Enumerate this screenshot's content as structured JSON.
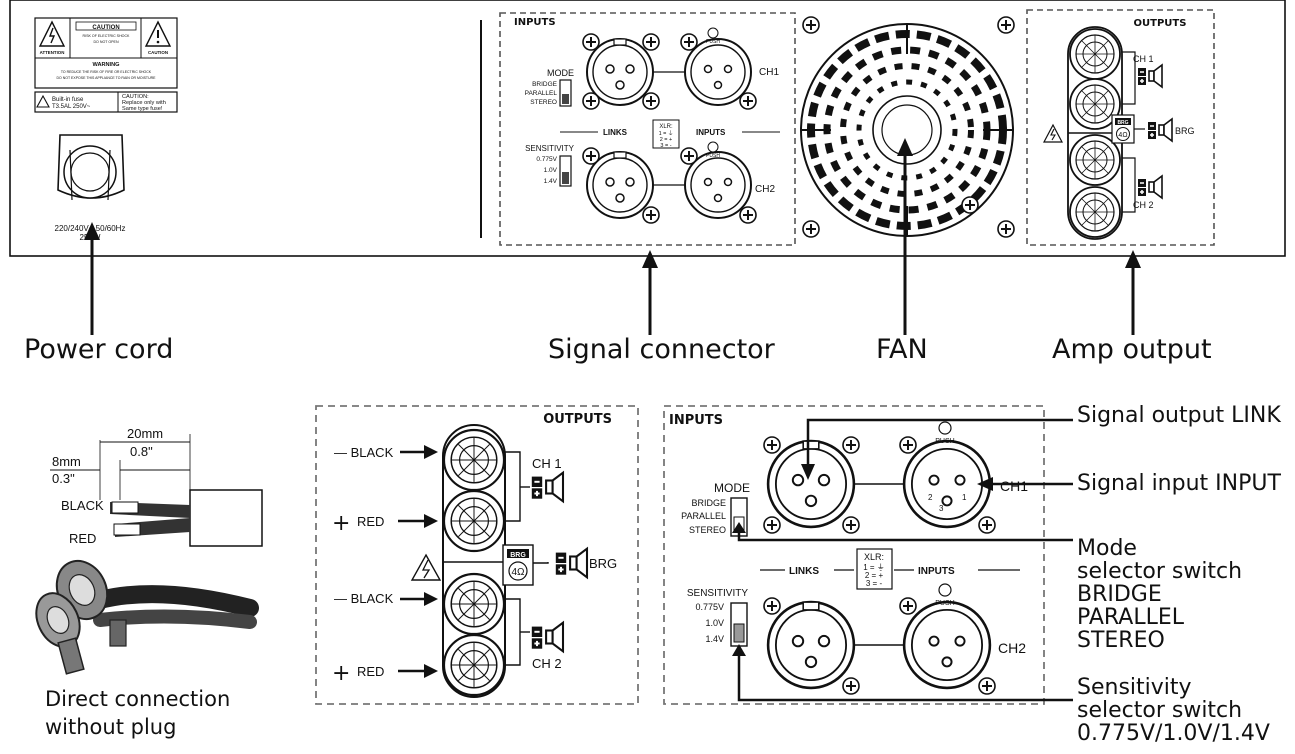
{
  "rear_panel": {
    "warning_box": {
      "caution_title": "CAUTION",
      "caution_line1": "RISK OF ELECTRIC SHOCK",
      "caution_line2": "DO NOT OPEN",
      "attention": "ATTENTION",
      "caution": "CAUTION",
      "warning_title": "WARNING",
      "warning_line1": "TO REDUCE THE RISK OF FIRE OR ELECTRIC SHOCK",
      "warning_line2": "DO NOT EXPOSE THIS APPLIANCE TO RAIN OR MOISTURE"
    },
    "fuse_box": {
      "left_line1": "Built-in fuse",
      "left_line2": "T3.5AL 250V~",
      "right_line1": "CAUTION:",
      "right_line2": "Replace only with",
      "right_line3": "Same type fuse!"
    },
    "power_text_line1": "220/240V~ 50/60Hz",
    "power_text_line2": "250W",
    "inputs": {
      "title": "INPUTS",
      "mode": "MODE",
      "bridge": "BRIDGE",
      "parallel": "PARALLEL",
      "stereo": "STEREO",
      "sensitivity": "SENSITIVITY",
      "s1": "0.775V",
      "s2": "1.0V",
      "s3": "1.4V",
      "links": "LINKS",
      "inputs_label": "INPUTS",
      "ch1": "CH1",
      "ch2": "CH2",
      "push": "PUSH",
      "xlr_title": "XLR:",
      "xlr1": "1 = ⏚",
      "xlr2": "2 = +",
      "xlr3": "3 = -"
    },
    "outputs": {
      "title": "OUTPUTS",
      "ch1": "CH 1",
      "ch2": "CH 2",
      "brg": "BRG",
      "brg_badge": "BRG",
      "ohm": "4Ω"
    }
  },
  "labels": {
    "power_cord": "Power cord",
    "signal_connector": "Signal connector",
    "fan": "FAN",
    "amp_output": "Amp output"
  },
  "wire_detail": {
    "dim_20mm": "20mm",
    "dim_08": "0.8\"",
    "dim_8mm": "8mm",
    "dim_03": "0.3\"",
    "black": "BLACK",
    "red": "RED",
    "caption_line1": "Direct connection",
    "caption_line2": "without plug"
  },
  "outputs_detail": {
    "title": "OUTPUTS",
    "black1": "— BLACK",
    "red1": "RED",
    "black2": "— BLACK",
    "red2": "RED",
    "plus": "+",
    "ch1": "CH 1",
    "ch2": "CH 2",
    "brg": "BRG",
    "brg_badge": "BRG",
    "ohm": "4Ω"
  },
  "inputs_detail": {
    "title": "INPUTS",
    "mode": "MODE",
    "bridge": "BRIDGE",
    "parallel": "PARALLEL",
    "stereo": "STEREO",
    "sensitivity": "SENSITIVITY",
    "s1": "0.775V",
    "s2": "1.0V",
    "s3": "1.4V",
    "links": "LINKS",
    "inputs_label": "INPUTS",
    "ch1": "CH1",
    "ch2": "CH2",
    "push": "PUSH",
    "xlr_title": "XLR:",
    "xlr1": "1 = ⏚",
    "xlr2": "2 = +",
    "xlr3": "3 = -",
    "pin1": "1",
    "pin2": "2",
    "pin3": "3"
  },
  "callouts": {
    "signal_output_link": "Signal output LINK",
    "signal_input_input": "Signal input INPUT",
    "mode_selector": [
      "Mode",
      "selector switch",
      "BRIDGE",
      "PARALLEL",
      "STEREO"
    ],
    "sensitivity_selector": [
      "Sensitivity",
      "selector switch",
      "0.775V/1.0V/1.4V"
    ]
  }
}
